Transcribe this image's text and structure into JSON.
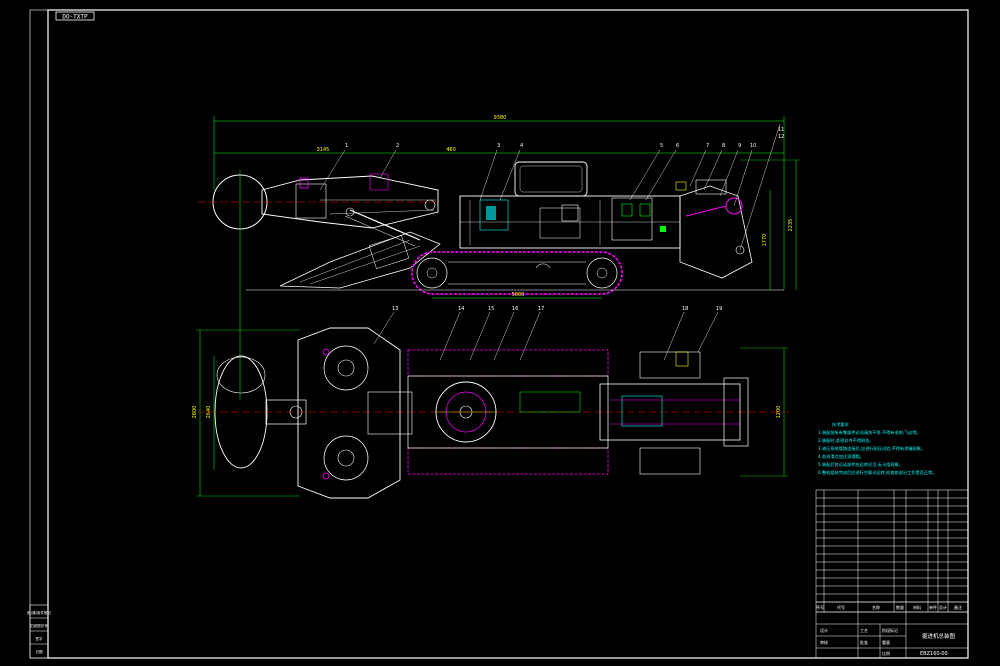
{
  "drawing": {
    "title_tag": "DO-TXTP",
    "background": "#000000",
    "colors": {
      "frame": "#ffffff",
      "dimension": "#00ff00",
      "centerline": "#ff0000",
      "machine": "#ffffff",
      "track": "#ff00ff",
      "hydraulic": "#00ffff",
      "highlight": "#ffff00",
      "notes": "#00ffff"
    }
  },
  "side_view": {
    "overall_length": "9380",
    "dims": [
      "3145",
      "460",
      "5600",
      "1770",
      "2235"
    ],
    "balloons": [
      "1",
      "2",
      "3",
      "4",
      "5",
      "6",
      "7",
      "8",
      "9",
      "10",
      "11",
      "12"
    ]
  },
  "top_view": {
    "dims": [
      "2800",
      "2640",
      "1200"
    ],
    "balloons": [
      "13",
      "14",
      "15",
      "16",
      "17",
      "18",
      "19"
    ]
  },
  "notes": {
    "title": "技术要求",
    "lines": [
      "1.装配前所有零部件必须清洗干净,不得有毛刺,飞边等。",
      "2.装配时,各密封件不得损伤。",
      "3.液压系统管路连接后,应进行耐压试验,不得有渗漏现象。",
      "4.各润滑点加注润滑脂。",
      "5.装配后各运动部件应运转灵活,无卡阻现象。",
      "6.整机组装完成后应进行空载试运转,检查各部分工作是否正常。"
    ]
  },
  "title_block": {
    "drawing_name": "掘进机总装图",
    "drawing_number": "EBZ160-00",
    "header_labels": [
      "序号",
      "代号",
      "名称",
      "数量",
      "材料",
      "单件",
      "总计",
      "备注"
    ],
    "sign_labels": [
      "设计",
      "审核",
      "工艺",
      "批准"
    ],
    "scale_labels": [
      "阶段标记",
      "重量",
      "比例"
    ],
    "left_column_labels": [
      "借(通)用件登记",
      "旧底图总号",
      "签字",
      "日期"
    ]
  }
}
